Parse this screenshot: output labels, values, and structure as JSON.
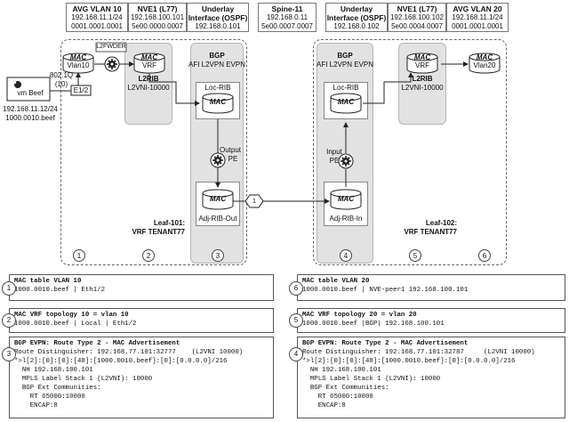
{
  "header": [
    {
      "title": "AVG VLAN 10",
      "l1": "192.168.11.1/24",
      "l2": "0001.0001.0001"
    },
    {
      "title": "NVE1 (L77)",
      "l1": "192.168.100.101",
      "l2": "5e00.0000.0007"
    },
    {
      "title": "Underlay",
      "title_b": "Interface (OSPF)",
      "l2": "192.168.0.101"
    },
    {
      "title": "Spine-11",
      "l1": "192.168.0.11",
      "l2": "5e00.0007.0007"
    },
    {
      "title": "Underlay",
      "title_b": "Interface (OSPF)",
      "l2": "192.168.0.102"
    },
    {
      "title": "NVE1 (L77)",
      "l1": "192.168.100.102",
      "l2": "5e00.0004.0007"
    },
    {
      "title": "AVG VLAN 20",
      "l1": "192.168.11.1/24",
      "l2": "0001.0001.0001"
    }
  ],
  "left": {
    "host_name": "vm Beef",
    "host_ip": "192.168.11.12/24",
    "host_mac": "1000.0010.beef",
    "dot1q": "802.1Q",
    "dot1q_tag": "(10)",
    "port": "E1/2",
    "l2fwder": "L2FWDER",
    "vlan_mac": "MAC",
    "vlan_label": "Vlan10",
    "vrf_mac": "MAC",
    "vrf_label": "VRF",
    "l2rib_title": "L2RIB",
    "l2rib_sub": "L2VNI-10000",
    "bgp_title": "BGP",
    "bgp_sub": "AFI L2VPN EVPN",
    "locrib": "Loc-RIB",
    "locrib_mac": "MAC",
    "output": "Output",
    "pe": "PE",
    "adj_mac": "MAC",
    "adj_label": "Adj-RIB-Out",
    "leaf_name": "Leaf-101:",
    "leaf_vrf": "VRF TENANT77",
    "nums": [
      "1",
      "2",
      "3"
    ]
  },
  "link_num": "1",
  "right": {
    "bgp_title": "BGP",
    "bgp_sub": "AFI L2VPN EVPN",
    "locrib": "Loc-RIB",
    "locrib_mac": "MAC",
    "input": "Input",
    "pe": "PE",
    "adj_mac": "MAC",
    "adj_label": "Adj-RIB-In",
    "vrf_mac": "MAC",
    "vrf_label": "VRF",
    "l2rib_title": "L2RIB",
    "l2rib_sub": "L2VNI-10000",
    "vlan_mac": "MAC",
    "vlan_label": "Vlan20",
    "leaf_name": "Leaf-102:",
    "leaf_vrf": "VRF TENANT77",
    "nums": [
      "4",
      "5",
      "6"
    ]
  },
  "tables": {
    "t1": {
      "num": "1",
      "title": "MAC table VLAN 10",
      "rows": [
        "1000.0010.beef | Eth1/2"
      ]
    },
    "t2": {
      "num": "2",
      "title": "MAC VRF topology 10 = vlan 10",
      "rows": [
        "1000.0010.beef | Local | Eth1/2"
      ]
    },
    "t3": {
      "num": "3",
      "title": "BGP EVPN: Route Type 2 - MAC Advertisement",
      "rows": [
        "Route Distinguisher: 192.168.77.101:32777    (L2VNI 10000)",
        "*>l[2]:[0]:[0]:[48]:[1000.0010.beef]:[0]:[0.0.0.0]/216",
        "  NH 192.168.100.101",
        "  MPLS Label Stack 1 (L2VNI): 10000",
        "  BGP Ext Communities:",
        "    RT 65000:10000",
        "    ENCAP:8"
      ]
    },
    "t6": {
      "num": "6",
      "title": "MAC table VLAN 20",
      "rows": [
        "1000.0010.beef | NVE-peer1 192.168.100.101"
      ]
    },
    "t5": {
      "num": "5",
      "title": "MAC VRF topology 20 = vlan 20",
      "rows": [
        "1000.0010.beef |BGP| 192.168.100.101"
      ]
    },
    "t4": {
      "num": "4",
      "title": "BGP EVPN: Route Type 2 - MAC Advertisement",
      "rows": [
        "Route Distinguisher: 192.168.77.101:32787     (L2VNI 10000)",
        "*>l[2]:[0]:[0]:[48]:[1000.0010.beef]:[0]:[0.0.0.0]/216",
        "  NH 192.168.100.101",
        "  MPLS Label Stack 1 (L2VNI): 10000",
        "  BGP Ext Communities:",
        "    RT 65000:10000",
        "    ENCAP:8"
      ]
    }
  }
}
